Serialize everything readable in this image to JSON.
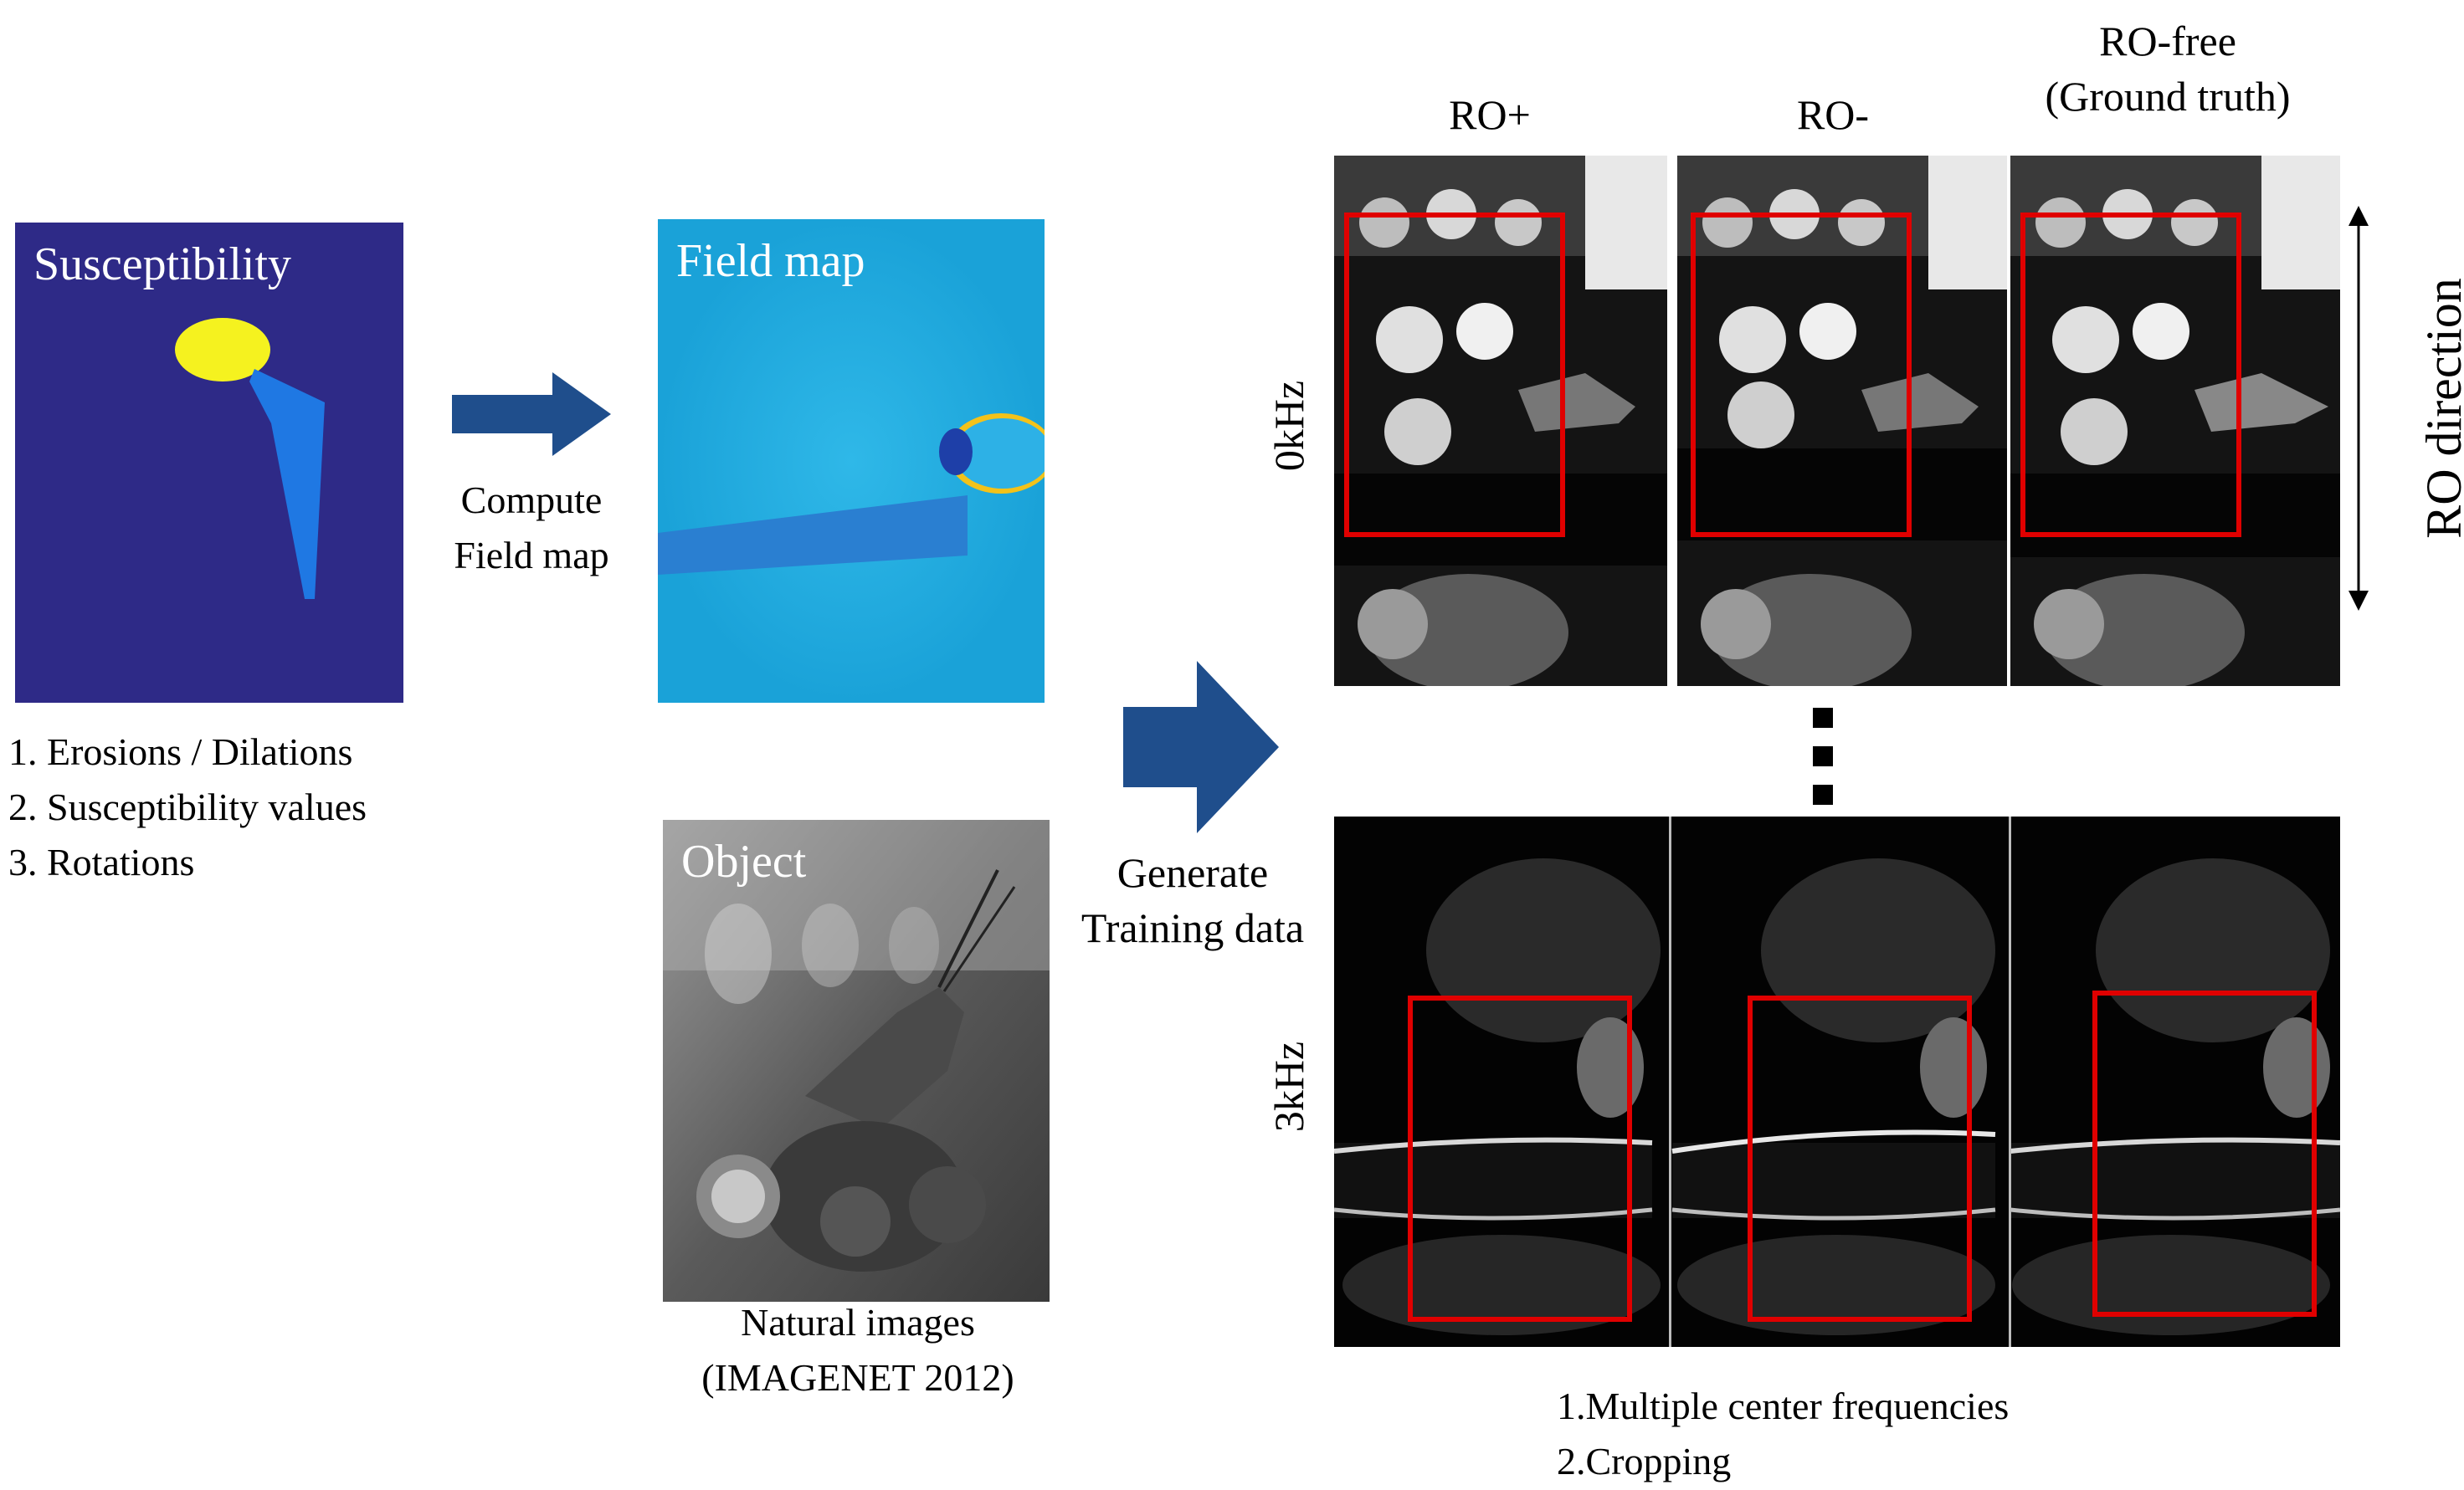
{
  "susceptibility": {
    "label": "Susceptibility",
    "steps": [
      "1. Erosions / Dilations",
      "2. Susceptibility values",
      "3. Rotations"
    ]
  },
  "compute_arrow": {
    "line1": "Compute",
    "line2": "Field map"
  },
  "field_map": {
    "label": "Field map"
  },
  "object": {
    "label": "Object",
    "caption1": "Natural images",
    "caption2": "(IMAGENET 2012)"
  },
  "generate_arrow": {
    "line1": "Generate",
    "line2": "Training data"
  },
  "columns": {
    "ro_plus": "RO+",
    "ro_minus": "RO-",
    "ro_free_1": "RO-free",
    "ro_free_2": "(Ground truth)"
  },
  "rows": {
    "top": "0kHz",
    "bottom": "3kHz"
  },
  "direction_label": "RO direction",
  "notes": [
    "1.Multiple center frequencies",
    "2.Cropping"
  ],
  "colors": {
    "arrow": "#1f4e8c",
    "susceptibility_bg": "#2e2a87",
    "blob": "#f5f21f",
    "stem": "#1f78e3",
    "field_bg": "#1aa2d8",
    "redbox": "#e00000"
  }
}
